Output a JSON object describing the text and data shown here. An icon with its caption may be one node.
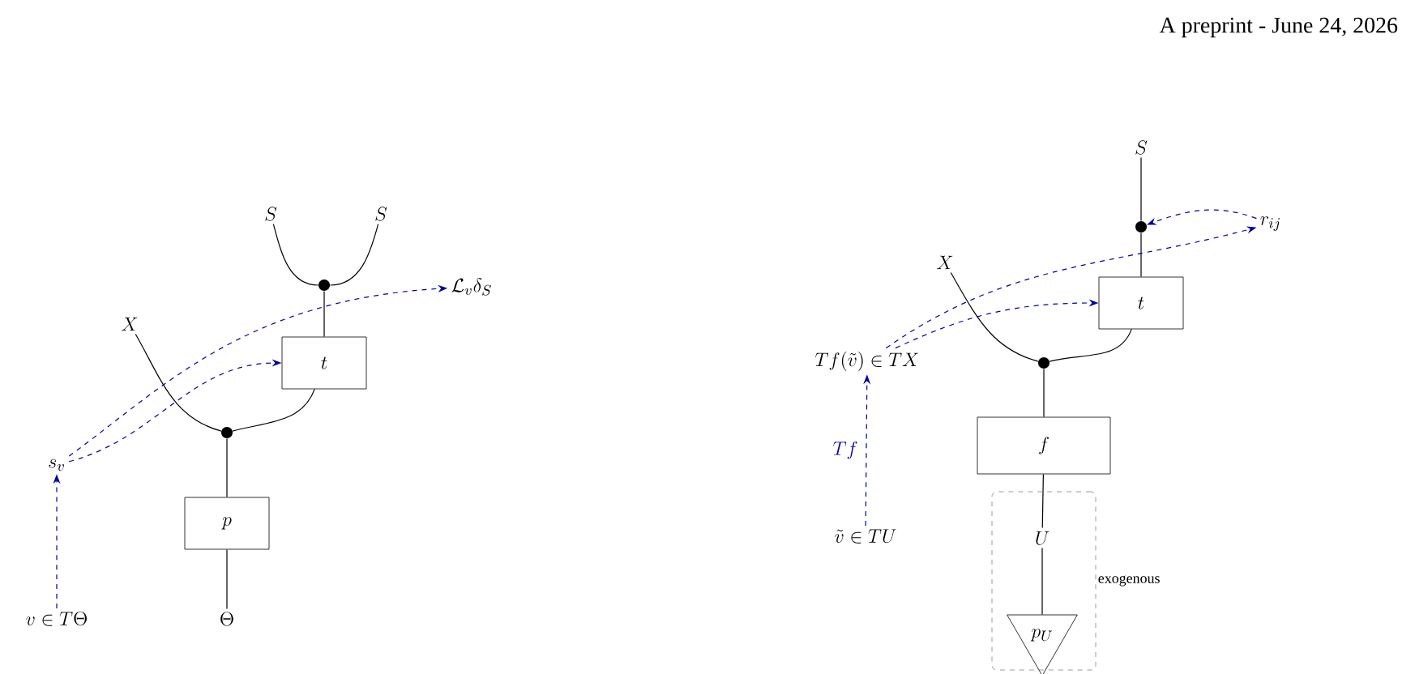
{
  "diagram": {
    "nodes": [
      {
        "text": [
          "S"
        ]
      },
      {
        "text": [
          "S"
        ]
      },
      {
        "text": [],
        "shape": "circle"
      },
      {
        "text": [
          "X"
        ]
      },
      {
        "text": [
          "t"
        ]
      },
      {
        "text": [],
        "shape": "circle"
      },
      {
        "text": [
          "p"
        ]
      },
      {
        "text": [
          "\\Theta"
        ]
      },
      {
        "text": [
          "s_v"
        ]
      },
      {
        "text": [
          "v \\in T\\Theta"
        ]
      },
      {
        "text": [
          "\\mathcal{L}_v \\delta_S"
        ]
      },
      {
        "text": [
          "S"
        ]
      },
      {
        "text": [],
        "shape": "circle"
      },
      {
        "text": [
          "r_{ij}"
        ]
      },
      {
        "text": [
          "X"
        ]
      },
      {
        "text": [
          "t"
        ]
      },
      {
        "text": [],
        "shape": "circle"
      },
      {
        "text": [
          "f"
        ]
      },
      {
        "text": [
          "exogenous"
        ]
      },
      {
        "text": [
          "U"
        ],
        "in": 18
      },
      {
        "text": [
          "p_U"
        ],
        "in": 18
      },
      {
        "text": [
          "Tf(\\tilde{v}) \\in TX"
        ]
      },
      {
        "text": [
          "\\tilde{v} \\in TU"
        ]
      }
    ],
    "edges": [
      {
        "from": 0,
        "to": 2,
        "arrow": "none"
      },
      {
        "from": 1,
        "to": 2,
        "arrow": "none"
      },
      {
        "from": 2,
        "to": 4,
        "arrow": "none"
      },
      {
        "from": 3,
        "to": 5,
        "arrow": "none"
      },
      {
        "from": 4,
        "to": 5,
        "arrow": "none"
      },
      {
        "from": 5,
        "to": 6,
        "arrow": "none"
      },
      {
        "from": 6,
        "to": 7,
        "arrow": "none"
      },
      {
        "from": 9,
        "to": 8,
        "arrow": "to",
        "style": "dashed",
        "color": "#0000a0"
      },
      {
        "from": 8,
        "to": 4,
        "arrow": "to",
        "style": "dashed",
        "color": "#0000a0"
      },
      {
        "from": 8,
        "to": 10,
        "arrow": "to",
        "style": "dashed",
        "color": "#0000a0"
      },
      {
        "from": 11,
        "to": 12,
        "arrow": "none"
      },
      {
        "from": 12,
        "to": 15,
        "arrow": "none"
      },
      {
        "from": 14,
        "to": 16,
        "arrow": "none"
      },
      {
        "from": 15,
        "to": 16,
        "arrow": "none"
      },
      {
        "from": 16,
        "to": 17,
        "arrow": "none"
      },
      {
        "from": 17,
        "to": 19,
        "arrow": "none"
      },
      {
        "from": 19,
        "to": 20,
        "arrow": "none"
      },
      {
        "from": 22,
        "to": 21,
        "arrow": "to",
        "label": "Tf",
        "style": "dashed",
        "color": "#0000a0"
      },
      {
        "from": 21,
        "to": 15,
        "arrow": "to",
        "style": "dashed",
        "color": "#0000a0"
      },
      {
        "from": 21,
        "to": 13,
        "arrow": "to",
        "style": "dashed",
        "color": "#0000a0"
      },
      {
        "from": 13,
        "to": 12,
        "arrow": "to",
        "style": "dashed",
        "color": "#0000a0"
      }
    ],
    "labels": [
      "A preprint - June 24, 2026"
    ]
  }
}
